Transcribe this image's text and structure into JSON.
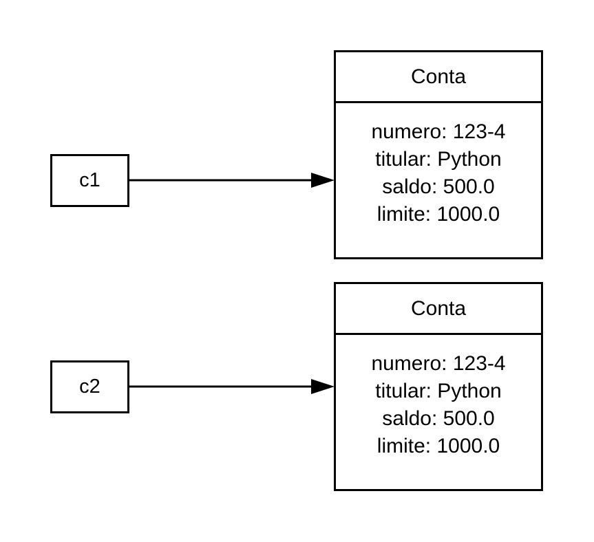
{
  "references": [
    {
      "variable": "c1",
      "object": {
        "class_name": "Conta",
        "attributes": [
          "numero: 123-4",
          "titular: Python",
          "saldo: 500.0",
          "limite: 1000.0"
        ]
      }
    },
    {
      "variable": "c2",
      "object": {
        "class_name": "Conta",
        "attributes": [
          "numero: 123-4",
          "titular: Python",
          "saldo: 500.0",
          "limite: 1000.0"
        ]
      }
    }
  ]
}
